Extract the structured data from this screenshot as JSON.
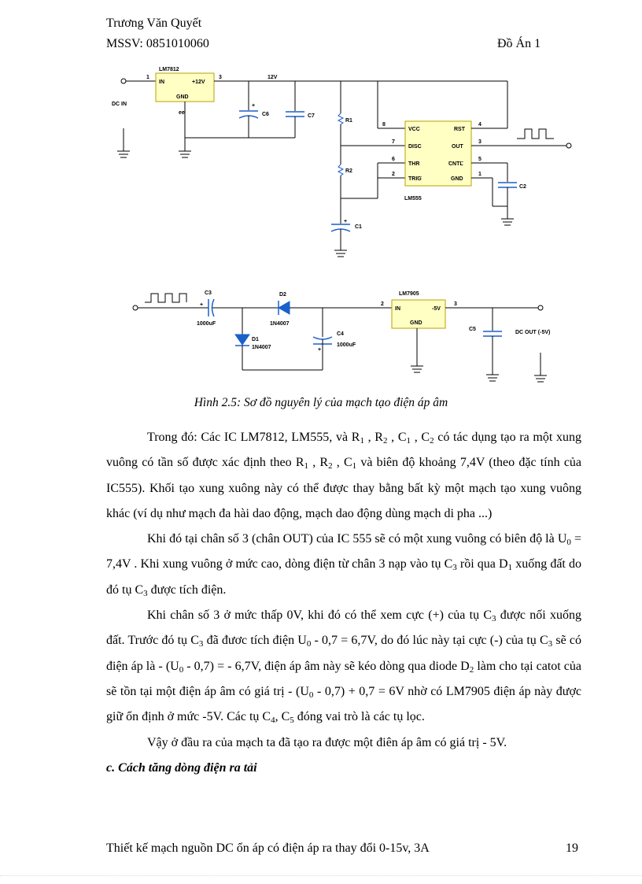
{
  "header": {
    "author": "Trương Văn Quyết",
    "student_id": "MSSV: 0851010060",
    "project": "Đồ Án 1"
  },
  "schematic": {
    "ic_lm7812": {
      "name": "LM7812",
      "in": "IN",
      "out": "+12V",
      "gnd": "GND",
      "pin1": "1",
      "pin3": "3"
    },
    "ic_lm555": {
      "name": "LM555",
      "vcc": "VCC",
      "disc": "DISC",
      "thr": "THR",
      "trig": "TRIG",
      "rst": "RST",
      "out": "OUT",
      "cntl": "CNTL",
      "gnd": "GND",
      "p8": "8",
      "p7": "7",
      "p6": "6",
      "p2": "2",
      "p4": "4",
      "p3": "3",
      "p5": "5",
      "p1": "1"
    },
    "ic_lm7905": {
      "name": "LM7905",
      "in": "IN",
      "out": "-5V",
      "gnd": "GND",
      "pin2": "2",
      "pin3": "3"
    },
    "labels": {
      "dc_in": "DC IN",
      "v12": "12V",
      "c6": "C6",
      "c7": "C7",
      "r1": "R1",
      "r2": "R2",
      "c1": "C1",
      "c2": "C2",
      "c3": "C3",
      "c3_val": "1000uF",
      "d2": "D2",
      "d2_val": "1N4007",
      "d1": "D1",
      "d1_val": "1N4007",
      "c4": "C4",
      "c4_val": "1000uF",
      "c5": "C5",
      "dc_out": "DC OUT (-5V)",
      "plus": "+",
      "gnd_mark": "ee"
    }
  },
  "caption": "Hình 2.5: Sơ đồ nguyên lý của  mạch tạo điện áp âm",
  "para1": {
    "a": "Trong đó: Các IC LM7812, LM555, và R",
    "s1": "1",
    "b": " , R",
    "s2": "2",
    "c": " , C",
    "s3": "1",
    "d": " , C",
    "s4": "2",
    "e": " có tác dụng tạo ra một xung vuông có tần số được xác định theo R",
    "s5": "1",
    "f": " , R",
    "s6": "2",
    "g": " , C",
    "s7": "1",
    "h": " và biên độ khoảng 7,4V (theo đặc tính của IC555). Khối tạo xung xuông này có thể được thay bằng bất kỳ một mạch tạo xung vuông khác (ví dụ như mạch đa hài dao động, mạch dao động dùng mạch di pha ...)"
  },
  "para2": {
    "a": "Khi đó tại chân số 3 (chân OUT) của IC 555 sẽ có một xung vuông có biên độ là U",
    "s1": "0",
    "b": " = 7,4V . Khi xung vuông ở mức cao, dòng điện từ chân 3 nạp vào tụ C",
    "s2": "3",
    "c": " rồi qua D",
    "s3": "1",
    "d": " xuống đất do đó tụ C",
    "s4": "3",
    "e": " được tích điện."
  },
  "para3": {
    "a": "Khi chân số 3 ở mức thấp 0V, khi đó có thể xem cực (+) của tụ C",
    "s1": "3",
    "b": " được nối xuống đất. Trước đó tụ C",
    "s2": "3",
    "c": " đã đươc tích điện U",
    "s3": "0",
    "d": " - 0,7 = 6,7V, do đó lúc này tại cực (-) của tụ C",
    "s4": "3",
    "e": " sẽ có điện áp là - (U",
    "s5": "0",
    "f": " - 0,7) = - 6,7V, điện áp âm này sẽ kéo dòng qua diode D",
    "s6": "2",
    "g": " làm cho tại catot của sẽ tồn tại một điện áp âm có giá trị - (U",
    "s7": "0",
    "h": " - 0,7) + 0,7 = 6V nhờ có LM7905  điện áp này được giữ ổn định ở mức -5V. Các tụ C",
    "s8": "4",
    "i": ", C",
    "s9": "5",
    "j": " đóng vai trò là các tụ lọc."
  },
  "para4": "Vậy ở đầu ra của mạch ta đã tạo ra được một điên áp âm có giá trị - 5V.",
  "heading_c": "c. Cách tăng dòng điện ra tải",
  "footer": {
    "text": "Thiết kế mạch nguồn DC ổn áp có điện áp ra thay đổi 0-15v, 3A",
    "page": "19"
  }
}
